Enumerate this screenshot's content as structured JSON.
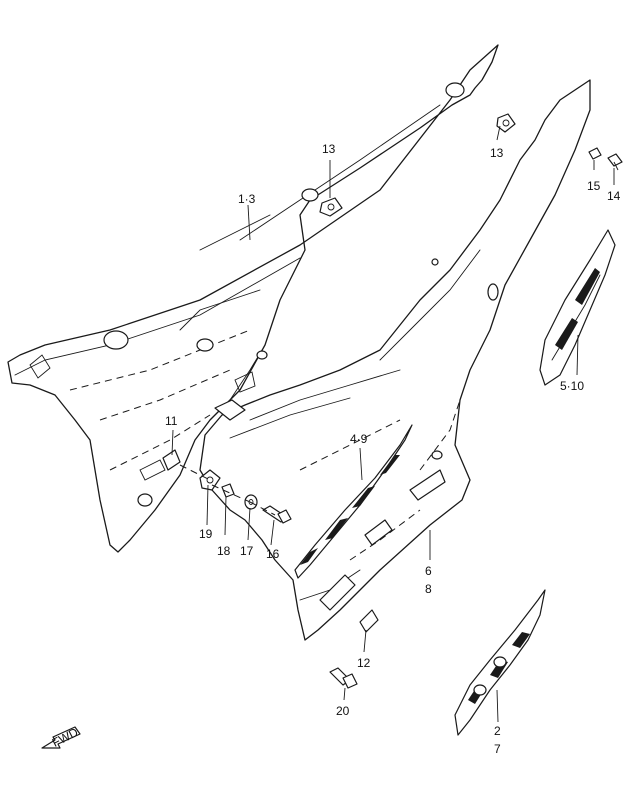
{
  "callouts": {
    "c1_3": "1·3",
    "c13a": "13",
    "c13b": "13",
    "c15": "15",
    "c14": "14",
    "c5_10": "5·10",
    "c11": "11",
    "c4_9": "4·9",
    "c19": "19",
    "c18": "18",
    "c17": "17",
    "c16": "16",
    "c6": "6",
    "c8": "8",
    "c12": "12",
    "c20": "20",
    "c2": "2",
    "c7": "7"
  },
  "fwd_label": "FWD"
}
